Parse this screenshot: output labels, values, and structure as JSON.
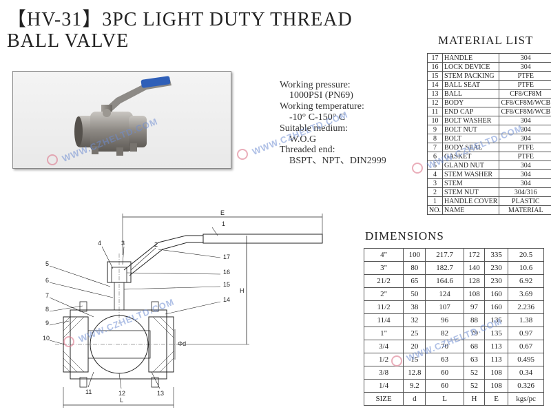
{
  "title": {
    "line1": "【HV-31】3PC LIGHT DUTY THREAD",
    "line2": "BALL VALVE"
  },
  "specs": [
    {
      "text": "Working pressure:",
      "indent": false
    },
    {
      "text": "1000PSI (PN69)",
      "indent": true
    },
    {
      "text": "Working temperature:",
      "indent": false
    },
    {
      "text": "-10° C-150° C",
      "indent": true
    },
    {
      "text": "Suitable medium:",
      "indent": false
    },
    {
      "text": "W.O.G",
      "indent": true
    },
    {
      "text": "Threaded end:",
      "indent": false
    },
    {
      "text": "BSPT、NPT、DIN2999",
      "indent": true
    }
  ],
  "material_list": {
    "title": "MATERIAL LIST",
    "rows": [
      [
        "17",
        "HANDLE",
        "304"
      ],
      [
        "16",
        "LOCK DEVICE",
        "304"
      ],
      [
        "15",
        "STEM PACKING",
        "PTFE"
      ],
      [
        "14",
        "BALL SEAT",
        "PTFE"
      ],
      [
        "13",
        "BALL",
        "CF8/CF8M"
      ],
      [
        "12",
        "BODY",
        "CF8/CF8M/WCB"
      ],
      [
        "11",
        "END CAP",
        "CF8/CF8M/WCB"
      ],
      [
        "10",
        "BOLT WASHER",
        "304"
      ],
      [
        "9",
        "BOLT NUT",
        "304"
      ],
      [
        "8",
        "BOLT",
        "304"
      ],
      [
        "7",
        "BODY SEAL",
        "PTFE"
      ],
      [
        "6",
        "GASKET",
        "PTFE"
      ],
      [
        "5",
        "GLAND NUT",
        "304"
      ],
      [
        "4",
        "STEM WASHER",
        "304"
      ],
      [
        "3",
        "STEM",
        "304"
      ],
      [
        "2",
        "STEM NUT",
        "304/316"
      ],
      [
        "1",
        "HANDLE COVER",
        "PLASTIC"
      ]
    ],
    "header": [
      "NO.",
      "NAME",
      "MATERIAL"
    ]
  },
  "dimensions": {
    "title": "DIMENSIONS",
    "rows": [
      [
        "4\"",
        "100",
        "217.7",
        "172",
        "335",
        "20.5"
      ],
      [
        "3\"",
        "80",
        "182.7",
        "140",
        "230",
        "10.6"
      ],
      [
        "21/2",
        "65",
        "164.6",
        "128",
        "230",
        "6.92"
      ],
      [
        "2\"",
        "50",
        "124",
        "108",
        "160",
        "3.69"
      ],
      [
        "11/2",
        "38",
        "107",
        "97",
        "160",
        "2.236"
      ],
      [
        "11/4",
        "32",
        "96",
        "88",
        "135",
        "1.38"
      ],
      [
        "1\"",
        "25",
        "82",
        "79",
        "135",
        "0.97"
      ],
      [
        "3/4",
        "20",
        "70",
        "68",
        "113",
        "0.67"
      ],
      [
        "1/2",
        "15",
        "63",
        "63",
        "113",
        "0.495"
      ],
      [
        "3/8",
        "12.8",
        "60",
        "52",
        "108",
        "0.34"
      ],
      [
        "1/4",
        "9.2",
        "60",
        "52",
        "108",
        "0.326"
      ]
    ],
    "header": [
      "SIZE",
      "d",
      "L",
      "H",
      "E",
      "kgs/pc"
    ]
  },
  "drawing": {
    "labels_left": [
      "4",
      "3",
      "2",
      "5",
      "6",
      "7",
      "8",
      "9",
      "10",
      "11",
      "12",
      "13"
    ],
    "labels_right": [
      "1",
      "17",
      "16",
      "15",
      "14"
    ],
    "dim_E": "E",
    "dim_H": "H",
    "dim_d": "Φd",
    "dim_L": "L"
  },
  "watermark": "WWW.CZHELTD.COM"
}
